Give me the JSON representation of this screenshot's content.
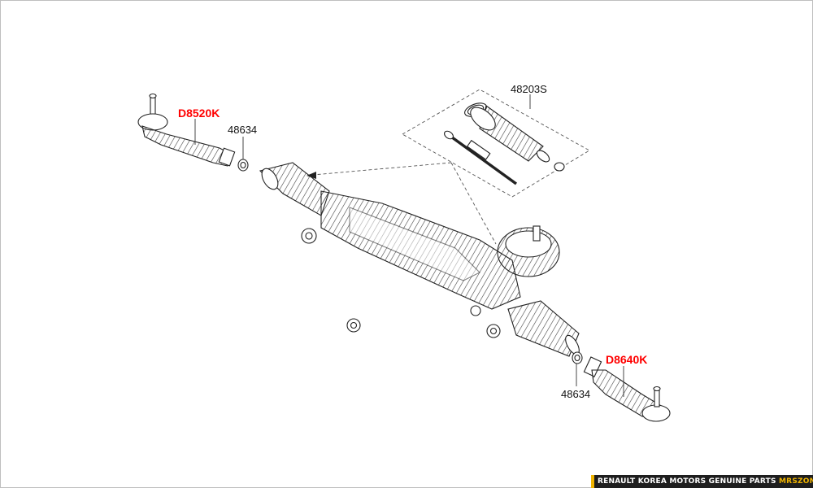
{
  "callouts": {
    "left_tie_rod_end": "D8520K",
    "left_nut": "48634",
    "boot_kit": "48203S",
    "right_tie_rod_end": "D8640K",
    "right_nut": "48634"
  },
  "footer": {
    "text": "RENAULT KOREA MOTORS GENUINE PARTS",
    "brand": "MRSZONE"
  },
  "colors": {
    "highlight_text": "#ff0000",
    "footer_background": "#1e1e1e",
    "footer_accent": "#f0b400",
    "line_art": "#222222"
  }
}
